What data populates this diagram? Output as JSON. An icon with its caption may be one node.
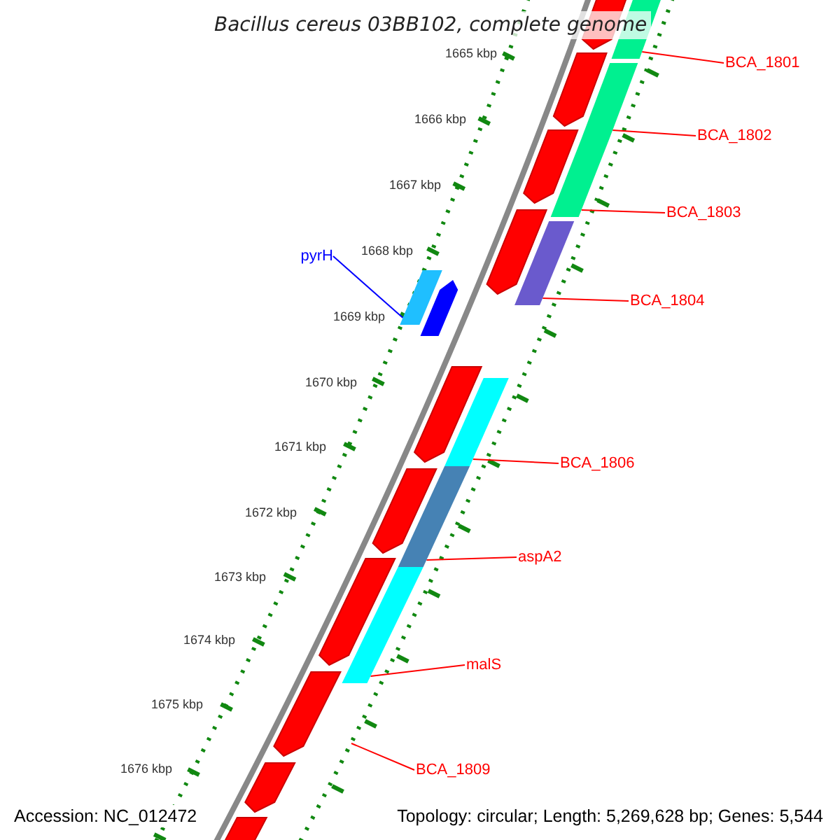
{
  "diagram": {
    "title": "Bacillus cereus 03BB102, complete genome",
    "nodes": [
      {
        "text": [
          "BCA_1801"
        ]
      },
      {
        "text": [
          "BCA_1802"
        ]
      },
      {
        "text": [
          "BCA_1803"
        ]
      },
      {
        "text": [
          "pyrH"
        ]
      },
      {
        "text": [
          "BCA_1804"
        ]
      },
      {
        "text": [
          "BCA_1806"
        ]
      },
      {
        "text": [
          "aspA2"
        ]
      },
      {
        "text": [
          "malS"
        ]
      },
      {
        "text": [
          "BCA_1809"
        ]
      },
      {
        "text": [],
        "shape": "arrow"
      },
      {
        "text": [],
        "shape": "bar"
      },
      {
        "text": [],
        "shape": "arrow"
      },
      {
        "text": [],
        "shape": "bar"
      },
      {
        "text": [],
        "shape": "arrow"
      },
      {
        "text": [],
        "shape": "bar"
      },
      {
        "text": [],
        "shape": "arrow"
      },
      {
        "text": [],
        "shape": "bar"
      },
      {
        "text": [],
        "shape": "bar"
      },
      {
        "text": [],
        "shape": "arrow"
      },
      {
        "text": [],
        "shape": "arrow"
      },
      {
        "text": [],
        "shape": "bar"
      },
      {
        "text": [],
        "shape": "bar"
      },
      {
        "text": [],
        "shape": "arrow"
      },
      {
        "text": [],
        "shape": "arrow"
      },
      {
        "text": [],
        "shape": "bar"
      },
      {
        "text": [],
        "shape": "arrow"
      },
      {
        "text": [],
        "shape": "arrow"
      },
      {
        "text": [],
        "shape": "arrow"
      }
    ],
    "edges": [
      {
        "from": 0,
        "to": 10,
        "arrow": "none"
      },
      {
        "from": 1,
        "to": 12,
        "arrow": "none"
      },
      {
        "from": 2,
        "to": 14,
        "arrow": "none"
      },
      {
        "from": 3,
        "to": 17,
        "arrow": "none",
        "color": "#0000ff"
      },
      {
        "from": 4,
        "to": 16,
        "arrow": "none"
      },
      {
        "from": 5,
        "to": 20,
        "arrow": "none"
      },
      {
        "from": 6,
        "to": 21,
        "arrow": "none"
      },
      {
        "from": 7,
        "to": 24,
        "arrow": "none"
      },
      {
        "from": 8,
        "to": null,
        "arrow": "none"
      }
    ],
    "labels": [
      "1665 kbp",
      "1666 kbp",
      "1667 kbp",
      "1668 kbp",
      "1669 kbp",
      "1670 kbp",
      "1671 kbp",
      "1672 kbp",
      "1673 kbp",
      "1674 kbp",
      "1675 kbp",
      "1676 kbp",
      "Accession: NC_012472",
      "Topology: circular; Length: 5,269,628 bp; Genes: 5,544"
    ]
  }
}
